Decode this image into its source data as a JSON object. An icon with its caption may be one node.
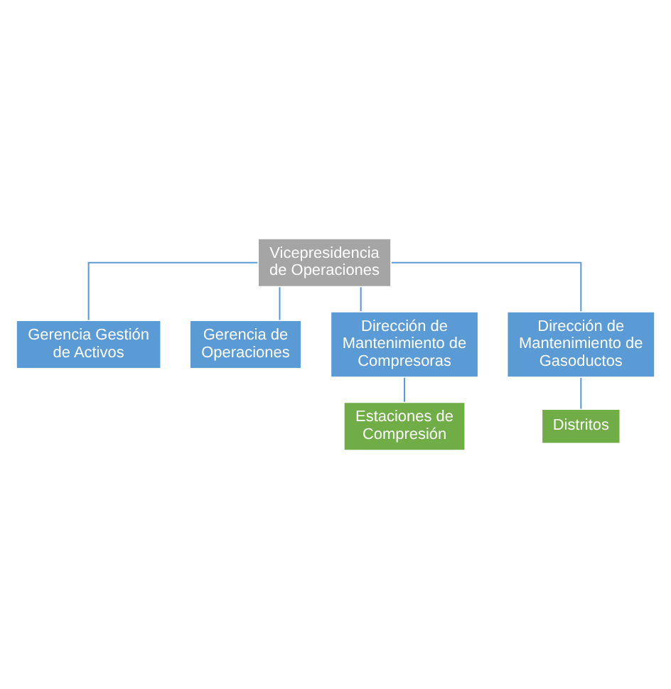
{
  "diagram": {
    "nodes": [
      {
        "text": [
          "Vicepresidencia de Operaciones"
        ]
      },
      {
        "text": [
          "Gerencia Gestión de Activos"
        ]
      },
      {
        "text": [
          "Gerencia de Operaciones"
        ]
      },
      {
        "text": [
          "Dirección de Mantenimiento de Compresoras"
        ]
      },
      {
        "text": [
          "Dirección de Mantenimiento de Gasoductos"
        ]
      },
      {
        "text": [
          "Estaciones de Compresión"
        ]
      },
      {
        "text": [
          "Distritos"
        ]
      }
    ],
    "edges": [
      {
        "from": 0,
        "to": 1,
        "arrow": "none"
      },
      {
        "from": 0,
        "to": 2,
        "arrow": "none"
      },
      {
        "from": 0,
        "to": 3,
        "arrow": "none"
      },
      {
        "from": 0,
        "to": 4,
        "arrow": "none"
      },
      {
        "from": 3,
        "to": 5,
        "arrow": "none"
      },
      {
        "from": 4,
        "to": 6,
        "arrow": "none"
      }
    ]
  }
}
